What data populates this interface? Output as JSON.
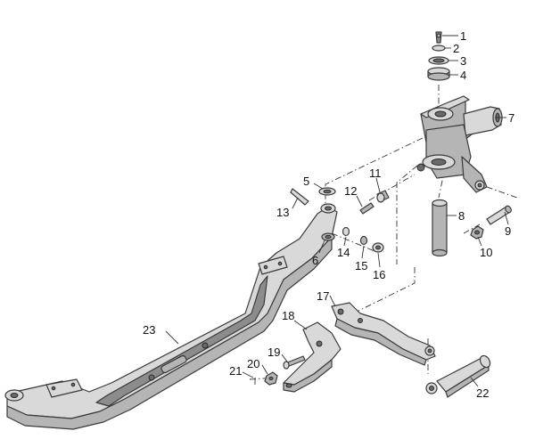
{
  "callouts": [
    {
      "id": "label-1",
      "text": "1"
    },
    {
      "id": "label-2",
      "text": "2"
    },
    {
      "id": "label-3",
      "text": "3"
    },
    {
      "id": "label-4",
      "text": "4"
    },
    {
      "id": "label-5",
      "text": "5"
    },
    {
      "id": "label-6",
      "text": "6"
    },
    {
      "id": "label-7",
      "text": "7"
    },
    {
      "id": "label-8",
      "text": "8"
    },
    {
      "id": "label-9",
      "text": "9"
    },
    {
      "id": "label-10",
      "text": "10"
    },
    {
      "id": "label-11",
      "text": "11"
    },
    {
      "id": "label-12",
      "text": "12"
    },
    {
      "id": "label-13",
      "text": "13"
    },
    {
      "id": "label-14",
      "text": "14"
    },
    {
      "id": "label-15",
      "text": "15"
    },
    {
      "id": "label-16",
      "text": "16"
    },
    {
      "id": "label-17",
      "text": "17"
    },
    {
      "id": "label-18",
      "text": "18"
    },
    {
      "id": "label-19",
      "text": "19"
    },
    {
      "id": "label-20",
      "text": "20"
    },
    {
      "id": "label-21",
      "text": "21"
    },
    {
      "id": "label-22",
      "text": "22"
    },
    {
      "id": "label-23",
      "text": "23"
    }
  ]
}
